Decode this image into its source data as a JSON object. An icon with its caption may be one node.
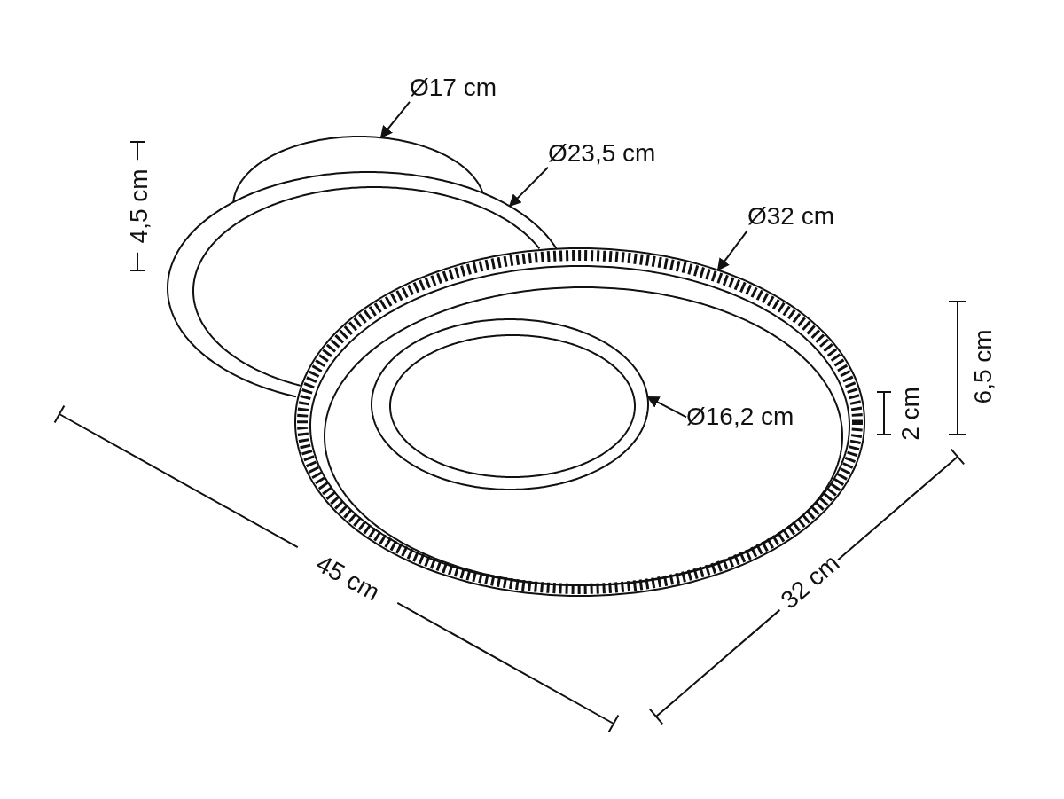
{
  "diagram": {
    "nodes": [
      {
        "text": [
          "Ø17 cm"
        ]
      },
      {
        "text": [],
        "shape": "circle"
      },
      {
        "text": [
          "Ø23,5 cm"
        ]
      },
      {
        "text": [],
        "shape": "circle"
      },
      {
        "text": [
          "Ø32 cm"
        ]
      },
      {
        "text": [],
        "shape": "circle"
      },
      {
        "text": [
          "Ø16,2 cm"
        ],
        "in": 5
      },
      {
        "text": [],
        "shape": "circle",
        "in": 5
      }
    ],
    "edges": [
      {
        "from": 0,
        "to": 1,
        "arrow": "to"
      },
      {
        "from": 2,
        "to": 3,
        "arrow": "to"
      },
      {
        "from": 4,
        "to": 5,
        "arrow": "to"
      },
      {
        "from": 6,
        "to": 7,
        "arrow": "to"
      }
    ],
    "labels": [
      "4,5 cm",
      "6,5 cm",
      "2 cm",
      "45 cm",
      "32 cm"
    ]
  }
}
